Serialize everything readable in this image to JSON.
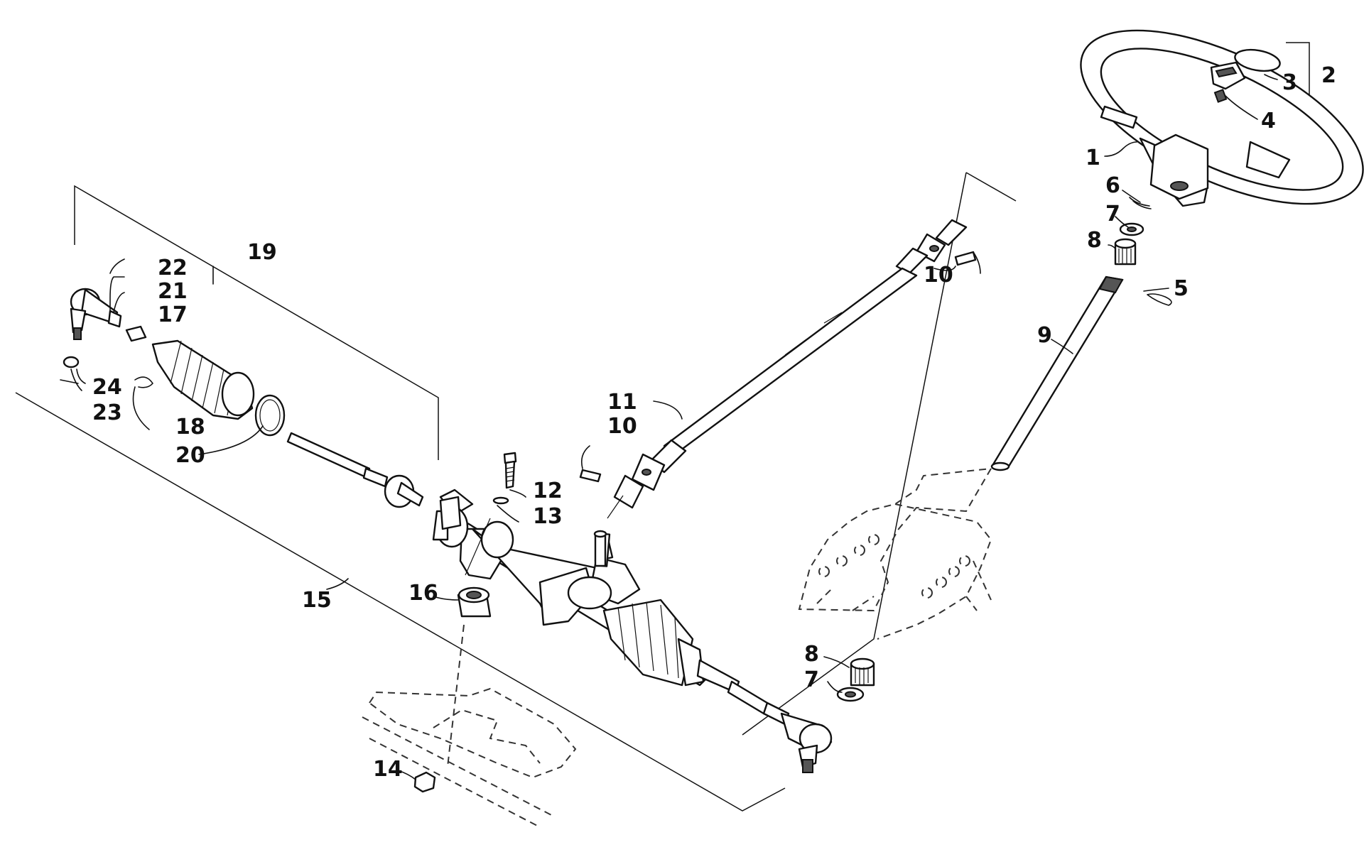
{
  "diagram": {
    "labels": {
      "l1": "1",
      "l2": "2",
      "l3": "3",
      "l4": "4",
      "l5": "5",
      "l6": "6",
      "l7a": "7",
      "l7b": "7",
      "l8a": "8",
      "l8b": "8",
      "l9": "9",
      "l10a": "10",
      "l10b": "10",
      "l11": "11",
      "l12": "12",
      "l13": "13",
      "l14": "14",
      "l15": "15",
      "l16": "16",
      "l17": "17",
      "l18": "18",
      "l19": "19",
      "l20": "20",
      "l21": "21",
      "l22": "22",
      "l23": "23",
      "l24": "24"
    }
  }
}
